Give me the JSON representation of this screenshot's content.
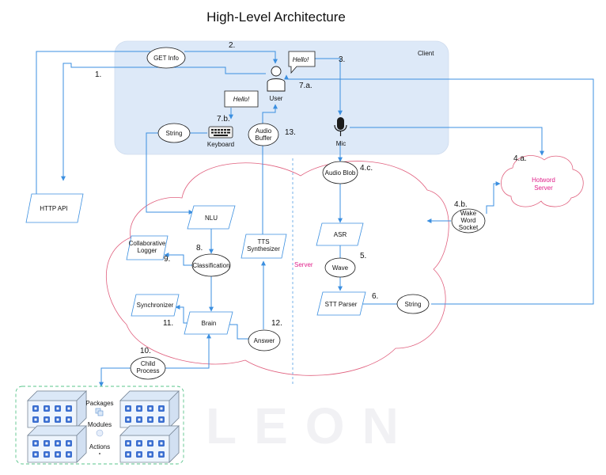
{
  "title": "High-Level Architecture",
  "regions": {
    "client": "Client",
    "server": "Server",
    "hotword_server": "Hotword\nServer"
  },
  "nodes": {
    "get_info": "GET Info",
    "user": "User",
    "hello_top": "Hello!",
    "hello_kb": "Hello!",
    "http_api": "HTTP API",
    "string_client": "String",
    "keyboard": "Keyboard",
    "audio_buffer": "Audio\nBuffer",
    "mic": "Mic",
    "audio_blob": "Audio Blob",
    "wake_word_socket": "Wake\nWord\nSocket",
    "nlu": "NLU",
    "asr": "ASR",
    "collaborative_logger": "Collaborative\nLogger",
    "classification": "Classification",
    "tts_synthesizer": "TTS\nSynthesizer",
    "wave": "Wave",
    "synchronizer": "Synchronizer",
    "brain": "Brain",
    "answer": "Answer",
    "stt_parser": "STT Parser",
    "string_server": "String",
    "child_process": "Child\nProcess",
    "packages": "Packages",
    "modules": "Modules",
    "actions": "Actions"
  },
  "steps": {
    "s1": "1.",
    "s2": "2.",
    "s3": "3.",
    "s4a": "4.a.",
    "s4b": "4.b.",
    "s4c": "4.c.",
    "s5": "5.",
    "s6": "6.",
    "s7a": "7.a.",
    "s7b": "7.b.",
    "s8": "8.",
    "s9": "9.",
    "s10": "10.",
    "s11": "11.",
    "s12": "12.",
    "s13": "13."
  },
  "watermark": "LEON",
  "colors": {
    "line": "#3b8fe0",
    "server_border": "#e0607e",
    "client_bg": "#dde9f8",
    "dashed_green": "#59c48b",
    "hotword_text": "#e0208a"
  }
}
